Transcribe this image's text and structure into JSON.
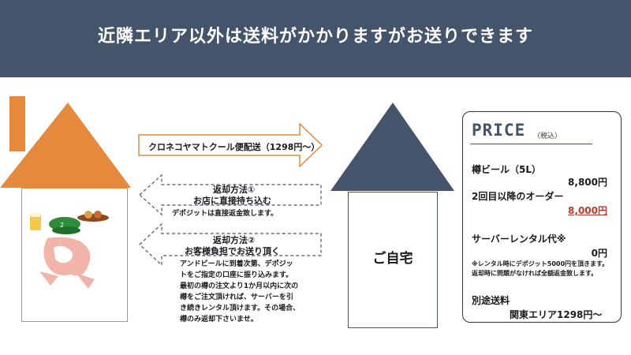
{
  "banner": {
    "text": "近隣エリア以外は送料がかかりますがお送りできます"
  },
  "shipping_arrow": {
    "label": "クロネコヤマトクール便配送（1298円〜）"
  },
  "return_method_1": {
    "title": "返却方法①",
    "subtitle": "お店に直接持ち込む",
    "note": "デポジットは直接返金致します。"
  },
  "return_method_2": {
    "title": "返却方法②",
    "subtitle": "お客様負担でお送り頂く",
    "notes": [
      "アンドビールに到着次第、デポジッ",
      "トをご指定の口座に振り込みます。",
      "最初の樽の注文より1か月以内に次の",
      "樽をご注文頂ければ、サーバーを引",
      "き続きレンタル頂けます。その場合、",
      "樽のみ返却下さいませ。"
    ]
  },
  "home": {
    "label": "ご自宅"
  },
  "price": {
    "title": "PRICE",
    "tax_note": "（税込）",
    "keg_label": "樽ビール（5L）",
    "keg_price": "8,800円",
    "repeat_label": "2回目以降のオーダー",
    "repeat_price": "8,000円",
    "server_label": "サーバーレンタル代※",
    "server_price": "0円",
    "server_notes": [
      "※レンタル時にデポジット5000円を頂きます。",
      "返却時に問題がなければ全額返金致します。"
    ],
    "shipping_label": "別途送料",
    "shipping_value": "関東エリア1298円〜"
  },
  "colors": {
    "banner": "#44546a",
    "shop_roof": "#e58a3c",
    "home_roof": "#44546a",
    "accent_red": "#c0392b",
    "arrow_dashed": "#44546a"
  },
  "icons": {
    "mascot": "beer-mascot-illustration"
  }
}
